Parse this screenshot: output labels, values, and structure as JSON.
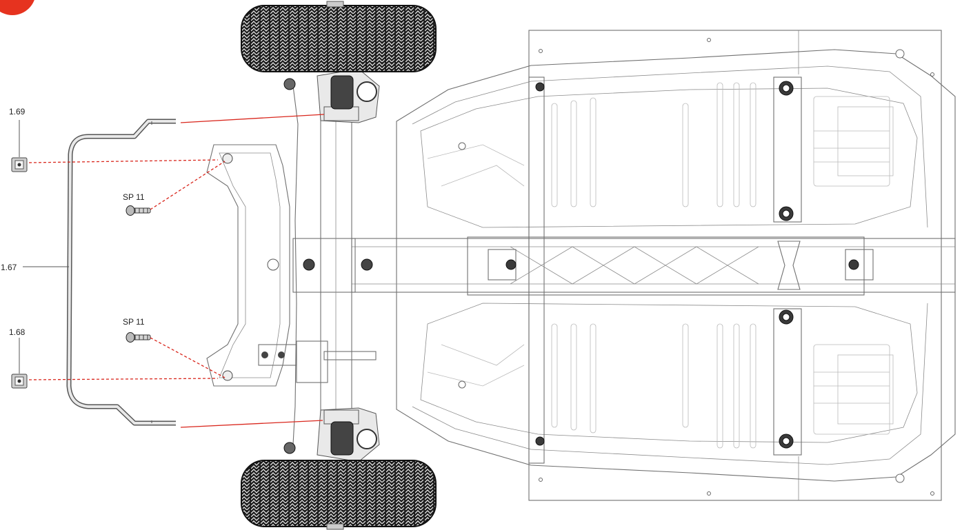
{
  "step_badge_color": "#e6331f",
  "leader_color": "#d9261c",
  "callouts": {
    "c169": "1.69",
    "c167": "1.67",
    "c168": "1.68",
    "sp_top": "SP 11",
    "sp_bottom": "SP 11"
  }
}
